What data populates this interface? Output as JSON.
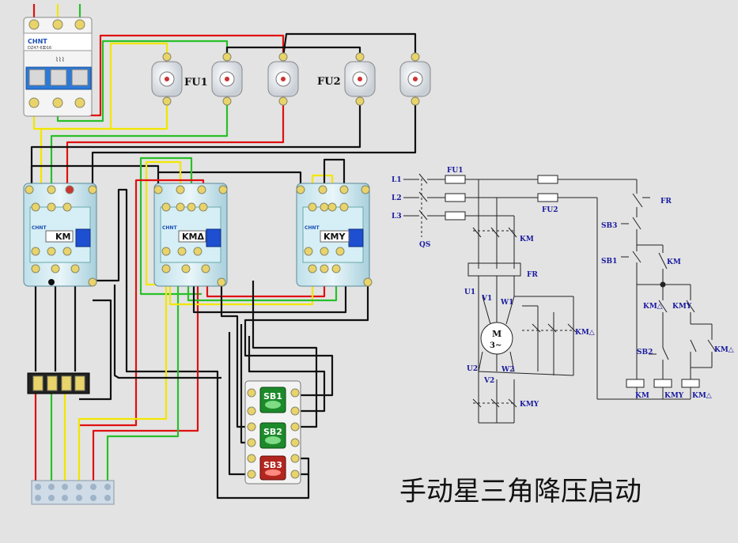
{
  "title": "手动星三角降压启动",
  "breaker": {
    "brand": "CHNT",
    "model": "DZ47-63",
    "rating": "D16"
  },
  "fuse_groups": [
    {
      "label": "FU1"
    },
    {
      "label": "FU2"
    }
  ],
  "contactors": [
    {
      "brand": "CHNT",
      "label": "KM"
    },
    {
      "brand": "CHNT",
      "label": "KMΔ"
    },
    {
      "brand": "CHNT",
      "label": "KMY"
    }
  ],
  "buttons": [
    {
      "label": "SB1",
      "color": "#1c8a2a"
    },
    {
      "label": "SB2",
      "color": "#1c8a2a"
    },
    {
      "label": "SB3",
      "color": "#b3261e"
    }
  ],
  "wire_colors": {
    "yellow": "#f2e600",
    "green": "#28c028",
    "red": "#e01010",
    "black": "#111111"
  },
  "schematic": {
    "lines": [
      "L1",
      "L2",
      "L3"
    ],
    "qs": "QS",
    "fu1": "FU1",
    "fu2": "FU2",
    "km_main": "KM",
    "fr_main": "FR",
    "u1": "U1",
    "v1": "V1",
    "w1": "W1",
    "u2": "U2",
    "v2": "V2",
    "w2": "W2",
    "motor_m": "M",
    "motor_phase": "3~",
    "km_delta": "KM△",
    "kmy": "KMY",
    "fr_ctrl": "FR",
    "sb3": "SB3",
    "sb1": "SB1",
    "km_hold": "KM",
    "km_delta_ctrl": "KM△",
    "kmy_ctrl": "KMY",
    "sb2": "SB2",
    "km_delta_ctrl2": "KM△",
    "coil_km": "KM",
    "coil_kmy": "KMY",
    "coil_kmdelta": "KM△"
  }
}
